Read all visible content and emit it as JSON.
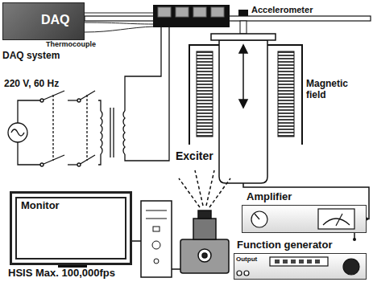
{
  "diagram": {
    "nodes": [
      {
        "text": [
          "DAQ",
          "DAQ system"
        ]
      },
      {
        "text": [
          "Exciter"
        ]
      },
      {
        "text": [
          "Monitor"
        ]
      },
      {
        "text": [
          "Amplifier"
        ]
      },
      {
        "text": [
          "Function generator",
          "Output"
        ]
      }
    ],
    "edges": [
      {
        "from": 4,
        "to": 3,
        "arrow": "none"
      },
      {
        "from": 3,
        "to": 1,
        "arrow": "none"
      }
    ],
    "labels": [
      "Thermocouple",
      "220 V, 60 Hz",
      "Accelerometer",
      "Magnetic field",
      "HSIS Max. 100,000fps"
    ]
  }
}
